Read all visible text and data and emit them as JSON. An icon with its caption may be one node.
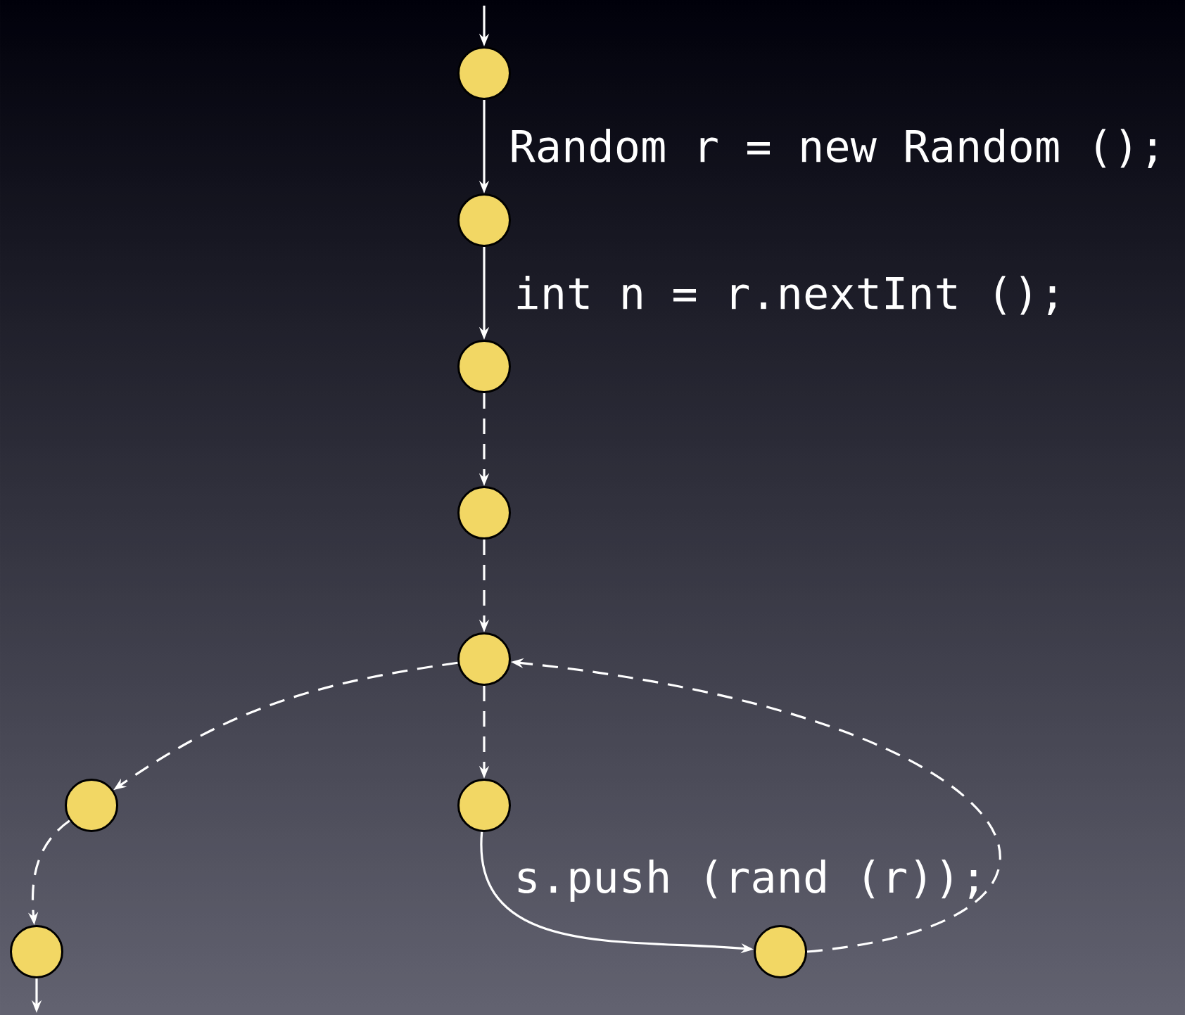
{
  "diagram": {
    "nodes": [
      {
        "text": [],
        "shape": "circle"
      },
      {
        "text": [],
        "shape": "circle"
      },
      {
        "text": [],
        "shape": "circle"
      },
      {
        "text": [],
        "shape": "circle"
      },
      {
        "text": [],
        "shape": "circle"
      },
      {
        "text": [],
        "shape": "circle"
      },
      {
        "text": [],
        "shape": "circle"
      },
      {
        "text": [],
        "shape": "circle"
      },
      {
        "text": [],
        "shape": "circle"
      }
    ],
    "edges": [
      {
        "from": null,
        "to": 0,
        "arrow": "to"
      },
      {
        "from": 0,
        "to": 1,
        "arrow": "to",
        "label": "Random r = new Random ();"
      },
      {
        "from": 1,
        "to": 2,
        "arrow": "to",
        "label": "int n = r.nextInt ();"
      },
      {
        "from": 2,
        "to": 3,
        "arrow": "to",
        "style": "dashed"
      },
      {
        "from": 3,
        "to": 4,
        "arrow": "to",
        "style": "dashed"
      },
      {
        "from": 4,
        "to": 5,
        "arrow": "to",
        "style": "dashed"
      },
      {
        "from": 4,
        "to": 6,
        "arrow": "to",
        "style": "dashed"
      },
      {
        "from": 6,
        "to": 8,
        "arrow": "to",
        "label": "s.push (rand (r));"
      },
      {
        "from": 8,
        "to": 4,
        "arrow": "to",
        "style": "dashed"
      },
      {
        "from": 5,
        "to": 7,
        "arrow": "to",
        "style": "dashed"
      },
      {
        "from": 7,
        "to": null,
        "arrow": "to"
      }
    ]
  }
}
